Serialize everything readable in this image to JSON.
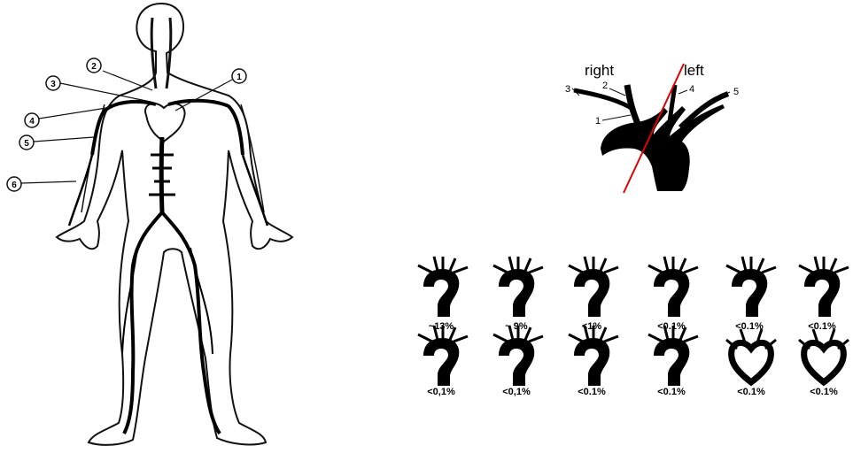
{
  "body_diagram": {
    "callouts": [
      "1",
      "2",
      "3",
      "4",
      "5",
      "6"
    ]
  },
  "arch_diagram": {
    "side_right": "right",
    "side_left": "left",
    "labels": [
      "1",
      "2",
      "3",
      "4",
      "5"
    ]
  },
  "variants": {
    "row1": [
      "~13%",
      "~ 9%",
      "<1%",
      "<0.1%",
      "<0.1%",
      "<0.1%"
    ],
    "row2": [
      "<0,1%",
      "<0,1%",
      "<0.1%",
      "<0.1%",
      "<0.1%",
      "<0.1%"
    ]
  }
}
